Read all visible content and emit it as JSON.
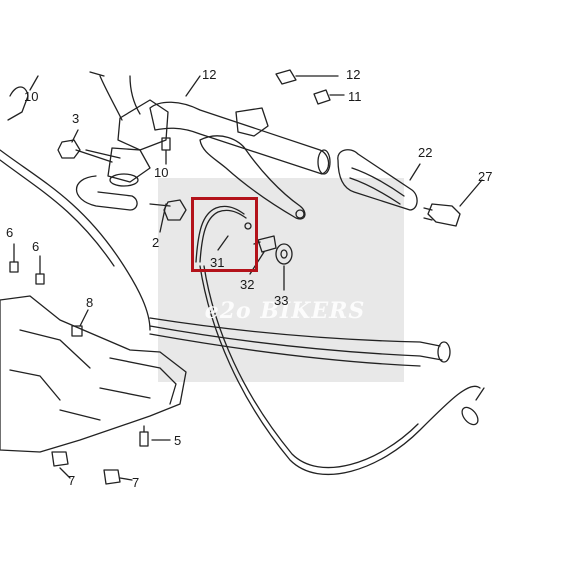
{
  "diagram": {
    "watermark": "e2o BIKERS",
    "part_labels": {
      "l10_top": "10",
      "l12_a": "12",
      "l12_b": "12",
      "l11": "11",
      "l3": "3",
      "l10_mid": "10",
      "l22": "22",
      "l27": "27",
      "l2": "2",
      "l31": "31",
      "l32": "32",
      "l33": "33",
      "l6_a": "6",
      "l6_b": "6",
      "l8": "8",
      "l5": "5",
      "l7_a": "7",
      "l7_b": "7"
    },
    "highlight_color": "#b3121a"
  }
}
